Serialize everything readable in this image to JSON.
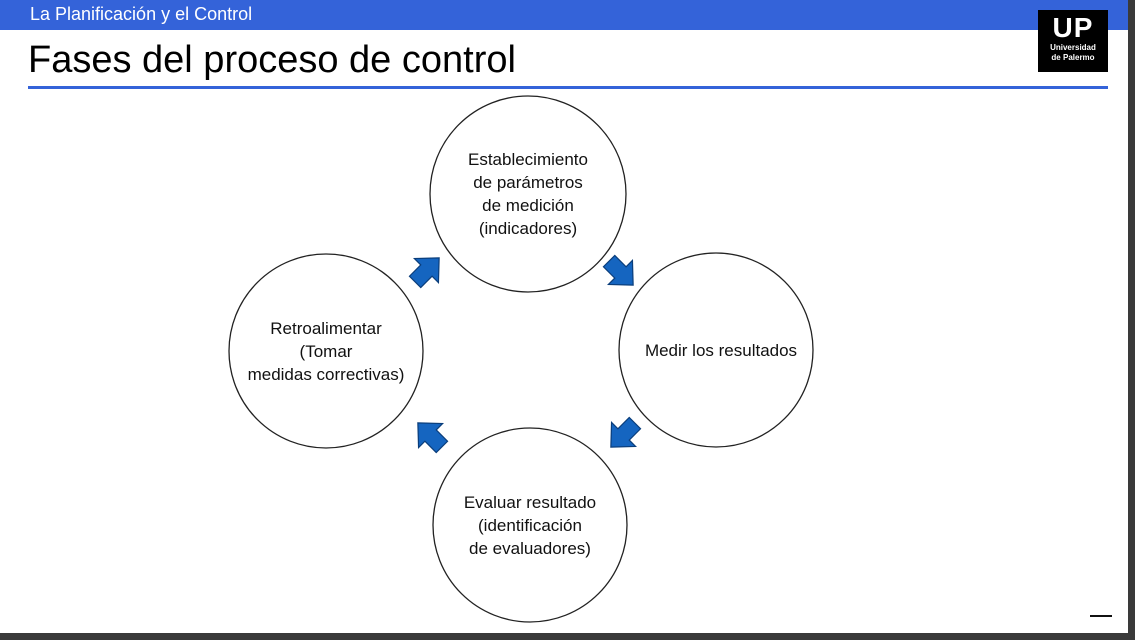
{
  "header": {
    "section_title": "La Planificación y el Control",
    "page_title": "Fases del proceso de control"
  },
  "logo": {
    "mark": "UP",
    "line1": "Universidad",
    "line2": "de Palermo"
  },
  "diagram": {
    "nodes": [
      {
        "lines": [
          "Establecimiento",
          "de parámetros",
          "de medición",
          "(indicadores)"
        ]
      },
      {
        "lines": [
          "Medir los resultados"
        ]
      },
      {
        "lines": [
          "Evaluar resultado",
          "(identificación",
          "de evaluadores)"
        ]
      },
      {
        "lines": [
          "Retroalimentar",
          "(Tomar",
          "medidas correctivas)"
        ]
      }
    ]
  },
  "colors": {
    "header_blue": "#3463d9",
    "arrow_blue": "#1565c0",
    "arrow_outline": "#0a3d7a"
  }
}
